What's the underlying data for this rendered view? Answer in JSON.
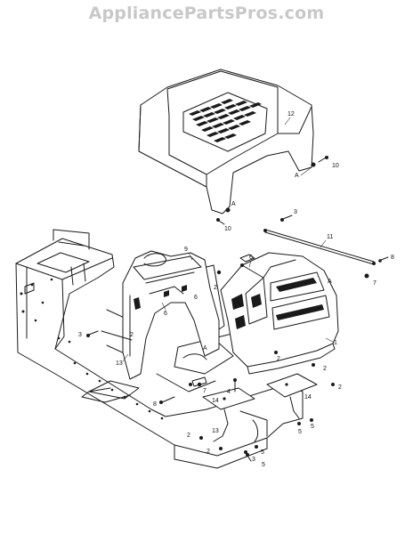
{
  "watermark": "AppliancePartsPros.com",
  "callouts": {
    "c12": "12",
    "c10a": "10",
    "c10b": "10",
    "cAa": "A",
    "cAb": "A",
    "c3a": "3",
    "c11": "11",
    "c8a": "8",
    "c7a": "7",
    "c9": "9",
    "c6a": "6",
    "c6b": "6",
    "c6c": "6",
    "c2a": "2",
    "cAc": "A",
    "c1": "1",
    "c3b": "3",
    "c2b": "2",
    "c13a": "13",
    "cAd": "A",
    "c2c": "2",
    "c2d": "2",
    "c2e": "2",
    "c7b": "7",
    "c4": "4",
    "c8b": "8",
    "c14a": "14",
    "c14b": "14",
    "c13b": "13",
    "c2f": "2",
    "c2g": "2",
    "c5a": "5",
    "c5b": "5",
    "c5c": "5",
    "c3c": "3",
    "c5d": "5"
  }
}
